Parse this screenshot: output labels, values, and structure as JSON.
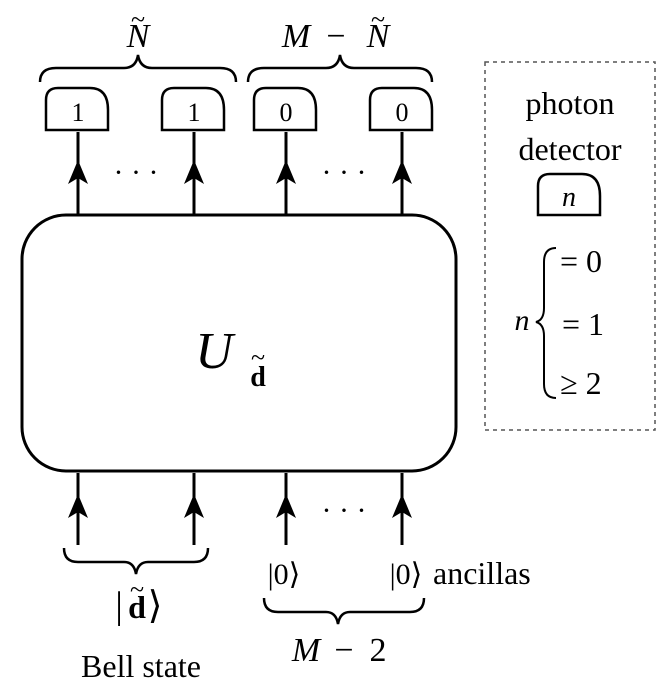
{
  "top_groups": {
    "left_label_base": "N",
    "left_label_tilde": "~",
    "right_label_prefix": "M",
    "right_label_minus": "−",
    "right_label_base": "N",
    "right_label_tilde": "~"
  },
  "detectors": {
    "left_outcome_1": "1",
    "left_outcome_2": "1",
    "right_outcome_1": "0",
    "right_outcome_2": "0"
  },
  "dots": {
    "top_left": "· · ·",
    "top_right": "· · ·",
    "bottom_right": "· · ·"
  },
  "unitary": {
    "symbol": "U",
    "subscript": "d",
    "subscript_tilde": "~"
  },
  "inputs": {
    "bell_ket_left": "|",
    "bell_ket_symbol": "d",
    "bell_ket_tilde": "~",
    "bell_ket_right": "⟩",
    "bell_label": "Bell state",
    "ancilla_ket_1": "|0⟩",
    "ancilla_ket_2": "|0⟩",
    "ancilla_label": "ancillas",
    "ancilla_count_prefix": "M",
    "ancilla_count_minus": "−",
    "ancilla_count_value": "2"
  },
  "legend": {
    "title_line_1": "photon",
    "title_line_2": "detector",
    "detector_symbol": "n",
    "n_label": "n",
    "case_1": "= 0",
    "case_2": "= 1",
    "case_3": "≥ 2"
  }
}
